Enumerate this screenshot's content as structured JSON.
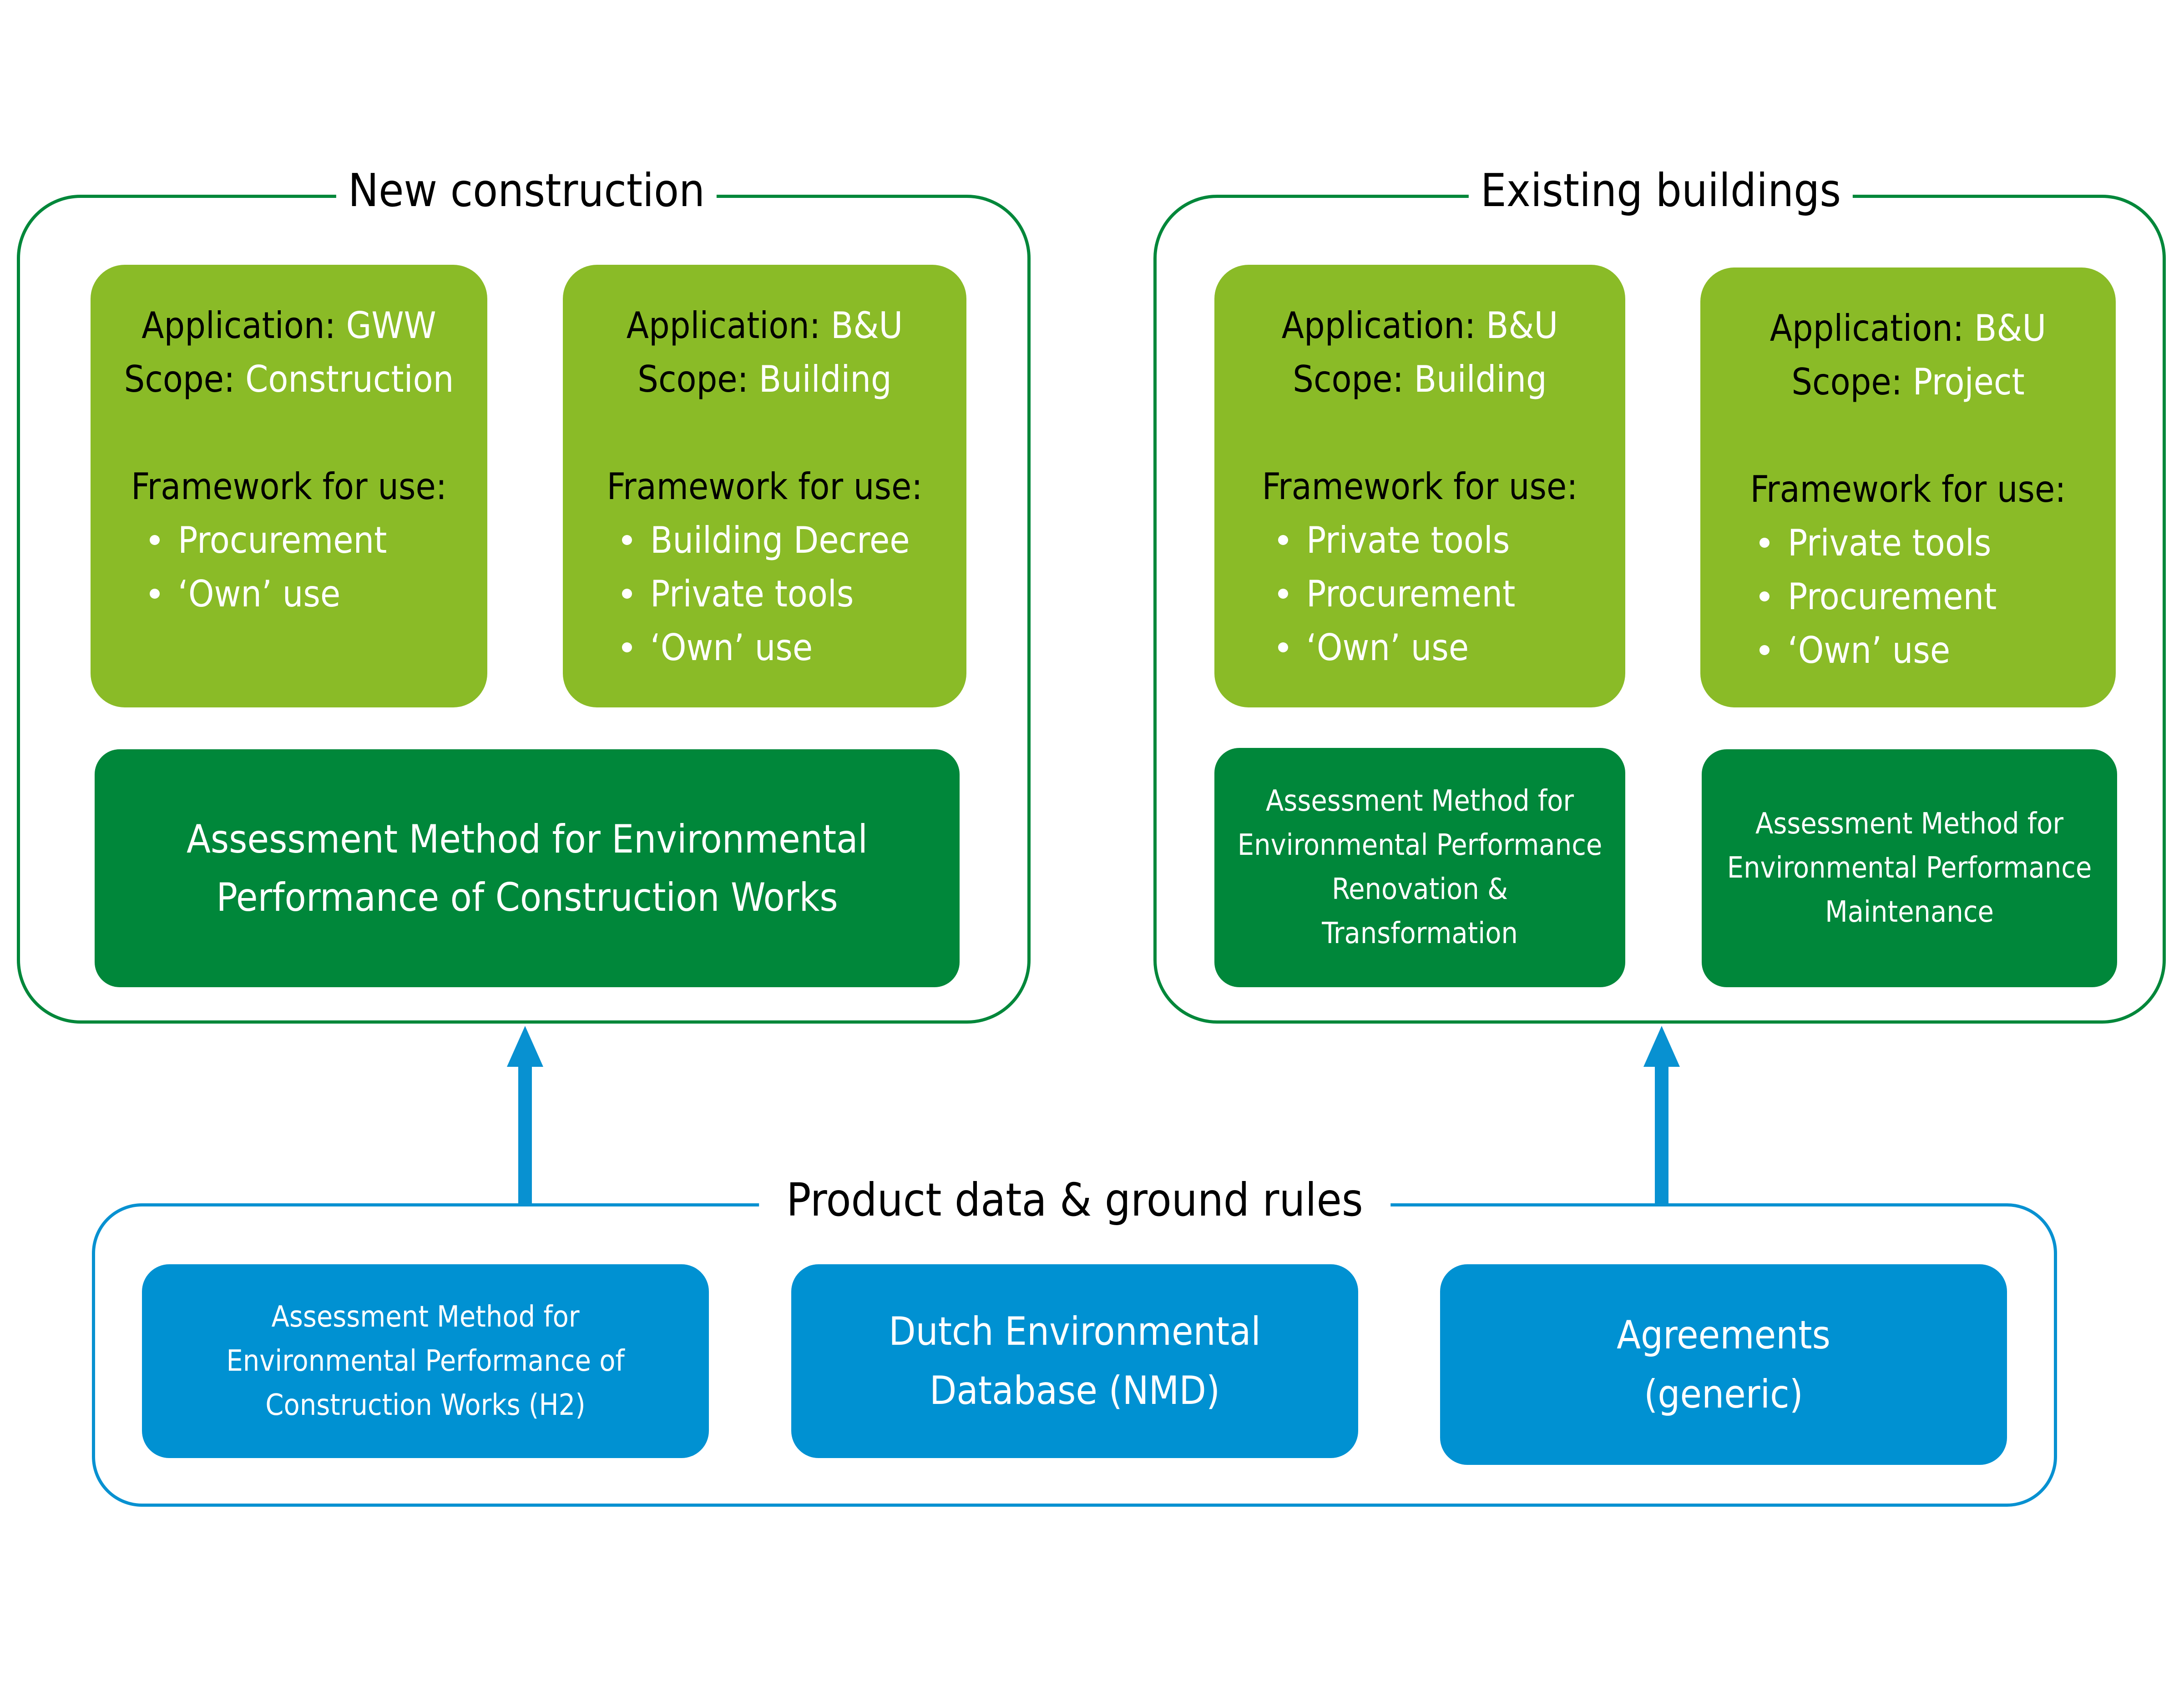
{
  "colors": {
    "group_border_green": "#00873a",
    "light_green": "#8abb27",
    "dark_green": "#00873a",
    "blue": "#0091d2",
    "blue_border": "#0891d1"
  },
  "new_construction": {
    "title": "New construction",
    "cards": [
      {
        "application_label": "Application:",
        "application_value": "GWW",
        "scope_label": "Scope:",
        "scope_value": "Construction",
        "framework_label": "Framework for use:",
        "uses": [
          "Procurement",
          "‘Own’ use"
        ]
      },
      {
        "application_label": "Application:",
        "application_value": "B&U",
        "scope_label": "Scope:",
        "scope_value": "Building",
        "framework_label": "Framework for use:",
        "uses": [
          "Building Decree",
          "Private tools",
          "‘Own’ use"
        ]
      }
    ],
    "method": "Assessment Method for Environmental\nPerformance of Construction Works"
  },
  "existing_buildings": {
    "title": "Existing buildings",
    "cards": [
      {
        "application_label": "Application:",
        "application_value": "B&U",
        "scope_label": "Scope:",
        "scope_value": "Building",
        "framework_label": "Framework for use:",
        "uses": [
          "Private tools",
          "Procurement",
          "‘Own’ use"
        ]
      },
      {
        "application_label": "Application:",
        "application_value": "B&U",
        "scope_label": "Scope:",
        "scope_value": "Project",
        "framework_label": "Framework for use:",
        "uses": [
          "Private tools",
          "Procurement",
          "‘Own’ use"
        ]
      }
    ],
    "methods": [
      "Assessment Method for\nEnvironmental Performance\nRenovation &\nTransformation",
      "Assessment Method for\nEnvironmental Performance\nMaintenance"
    ]
  },
  "product_data": {
    "title": "Product data & ground rules",
    "boxes": [
      "Assessment Method for\nEnvironmental Performance of\nConstruction Works (H2)",
      "Dutch Environmental\nDatabase (NMD)",
      "Agreements\n(generic)"
    ]
  },
  "arrows": [
    {
      "from": "product_data",
      "to": "new_construction",
      "icon": "arrow-up-icon"
    },
    {
      "from": "product_data",
      "to": "existing_buildings",
      "icon": "arrow-up-icon"
    }
  ]
}
